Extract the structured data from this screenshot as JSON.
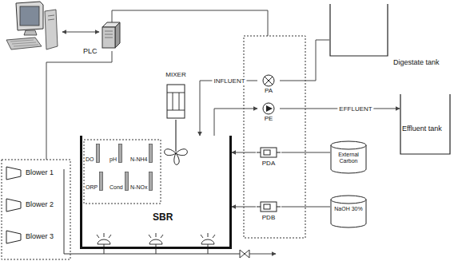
{
  "diagram": {
    "nodes": [
      {
        "text": [
          "PLC"
        ]
      },
      {
        "text": [
          "MIXER"
        ]
      },
      {
        "text": [
          "PA"
        ]
      },
      {
        "text": [
          "PE"
        ]
      },
      {
        "text": [
          "PDA"
        ]
      },
      {
        "text": [
          "PDB"
        ]
      },
      {
        "text": [
          "Digestate tank"
        ]
      },
      {
        "text": [
          "Effluent tank"
        ]
      },
      {
        "text": [
          "External Carbon"
        ]
      },
      {
        "text": [
          "NaOH 30%"
        ]
      },
      {
        "text": [
          "SBR"
        ]
      },
      {
        "text": [
          "DO"
        ],
        "in": 10
      },
      {
        "text": [
          "pH"
        ],
        "in": 10
      },
      {
        "text": [
          "N-NH4"
        ],
        "in": 10
      },
      {
        "text": [
          "ORP"
        ],
        "in": 10
      },
      {
        "text": [
          "Cond"
        ],
        "in": 10
      },
      {
        "text": [
          "N-NOx"
        ],
        "in": 10
      },
      {
        "text": [
          "Blower 1"
        ]
      },
      {
        "text": [
          "Blower 2"
        ]
      },
      {
        "text": [
          "Blower 3"
        ]
      }
    ],
    "edges": [
      {
        "from": 6,
        "to": 2,
        "arrow": "none"
      },
      {
        "from": 2,
        "to": 10,
        "label": "INFLUENT",
        "arrow": "to"
      },
      {
        "from": 10,
        "to": 3,
        "arrow": "to"
      },
      {
        "from": 3,
        "to": 7,
        "label": "EFFLUENT",
        "arrow": "to"
      },
      {
        "from": 8,
        "to": 4,
        "arrow": "none"
      },
      {
        "from": 4,
        "to": 10,
        "arrow": "to"
      },
      {
        "from": 9,
        "to": 5,
        "arrow": "none"
      },
      {
        "from": 5,
        "to": 10,
        "arrow": "to"
      }
    ]
  }
}
